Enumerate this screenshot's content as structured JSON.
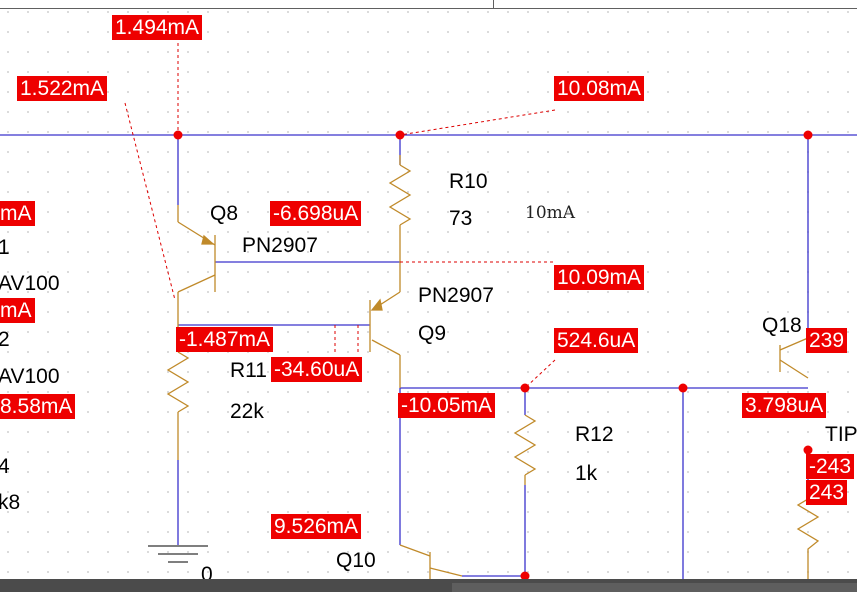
{
  "colors": {
    "wire": "#3a33cc",
    "component": "#c08a2a",
    "probe_bg": "#ee0000",
    "probe_text": "#ffffff",
    "probe_line": "#dd0000",
    "node": "#ee0000"
  },
  "probes": {
    "p1": "1.494mA",
    "p2": "1.522mA",
    "p3": "10.08mA",
    "p4": "mA",
    "p5": "-6.698uA",
    "p6": "10.09mA",
    "p7": "mA",
    "p8": "-1.487mA",
    "p9": "-34.60uA",
    "p10": "524.6uA",
    "p11": "239",
    "p12": "8.58mA",
    "p13": "-10.05mA",
    "p14": "3.798uA",
    "p15": "-243",
    "p16": "243",
    "p17": "9.526mA"
  },
  "labels": {
    "q8": "Q8",
    "pn2907_a": "PN2907",
    "r10": "R10",
    "r10_val": "73",
    "r10_note": "10mA",
    "pn2907_b": "PN2907",
    "q9": "Q9",
    "r11": "R11",
    "r11_val": "22k",
    "q18": "Q18",
    "r12": "R12",
    "r12_val": "1k",
    "q10": "Q10",
    "tip": "TIP",
    "gnd": "0",
    "edge1": "1",
    "edge2": "AV100",
    "edge3": "2",
    "edge4": "AV100",
    "edge5": "4",
    "edge6": "k8"
  }
}
